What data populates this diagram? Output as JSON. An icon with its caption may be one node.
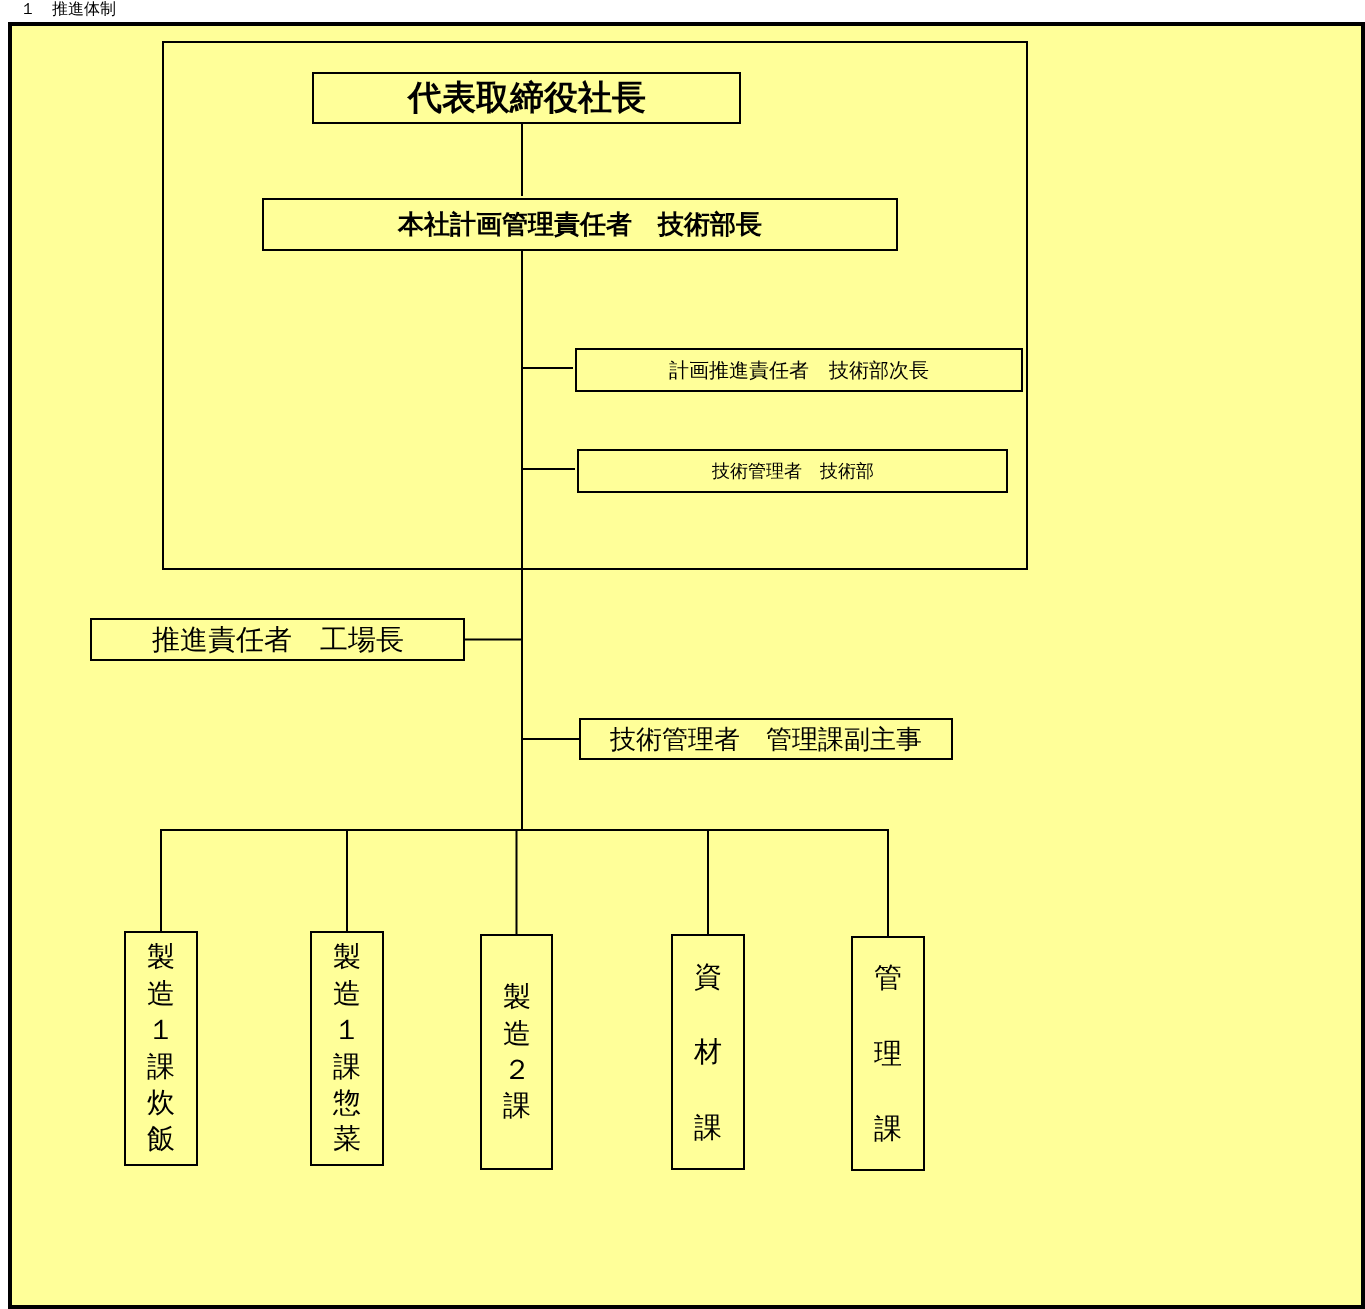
{
  "diagram": {
    "title": "１　推進体制",
    "nodes": [
      {
        "text": [],
        "shape": "box"
      },
      {
        "text": [
          "代表取締役社長"
        ],
        "in": 0
      },
      {
        "text": [
          "本社計画管理責任者　技術部長"
        ],
        "in": 0
      },
      {
        "text": [
          "計画推進責任者　技術部次長"
        ],
        "in": 0
      },
      {
        "text": [
          "技術管理者　技術部"
        ],
        "in": 0
      },
      {
        "text": [
          "推進責任者　工場長"
        ]
      },
      {
        "text": [
          "技術管理者　管理課副主事"
        ]
      },
      {
        "text": [
          "製造１課炊飯"
        ]
      },
      {
        "text": [
          "製造１課惣菜"
        ]
      },
      {
        "text": [
          "製造２課"
        ]
      },
      {
        "text": [
          "資材課"
        ]
      },
      {
        "text": [
          "管理課"
        ]
      }
    ],
    "edges": [
      {
        "from": 1,
        "to": 2,
        "arrow": "none"
      },
      {
        "from": 2,
        "to": 3,
        "arrow": "none"
      },
      {
        "from": 2,
        "to": 4,
        "arrow": "none"
      },
      {
        "from": 2,
        "to": 5,
        "arrow": "none"
      },
      {
        "from": 2,
        "to": 6,
        "arrow": "none"
      },
      {
        "from": 2,
        "to": 7,
        "arrow": "none"
      },
      {
        "from": 2,
        "to": 8,
        "arrow": "none"
      },
      {
        "from": 2,
        "to": 9,
        "arrow": "none"
      },
      {
        "from": 2,
        "to": 10,
        "arrow": "none"
      },
      {
        "from": 2,
        "to": 11,
        "arrow": "none"
      }
    ]
  }
}
